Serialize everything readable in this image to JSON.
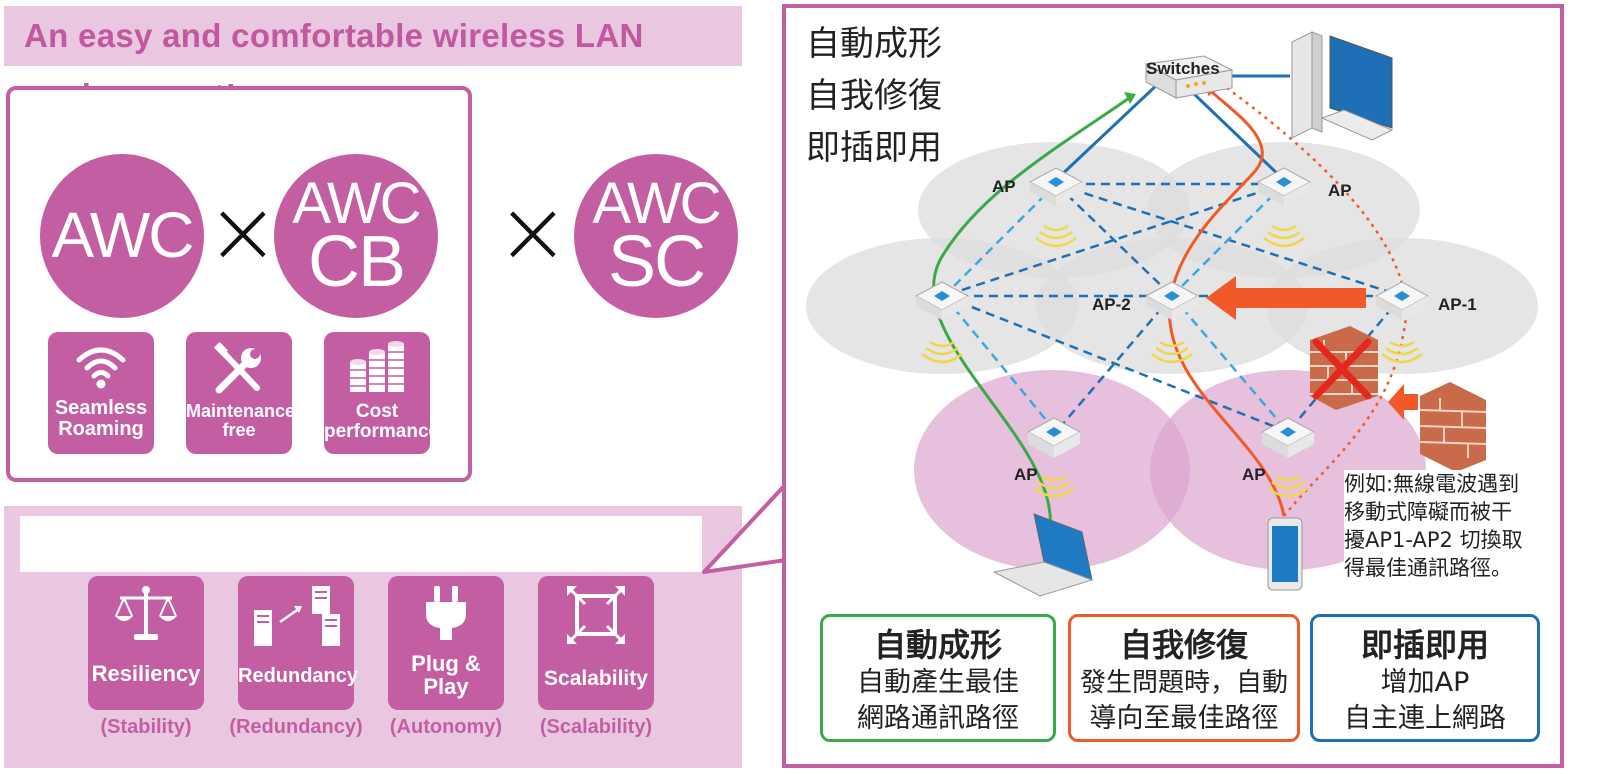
{
  "banner": {
    "text": "An easy and comfortable wireless LAN environment!"
  },
  "logos": {
    "awc": "AWC",
    "awc_cb": [
      "AWC",
      "CB"
    ],
    "awc_sc": [
      "AWC",
      "SC"
    ],
    "times": "×"
  },
  "features": [
    {
      "icon": "wifi-icon",
      "label": [
        "Seamless",
        "Roaming"
      ]
    },
    {
      "icon": "tools-icon",
      "label": [
        "Maintenance-",
        "free"
      ]
    },
    {
      "icon": "coins-icon",
      "label": [
        "Cost",
        "performance"
      ]
    }
  ],
  "capabilities": [
    {
      "icon": "scale-icon",
      "label": [
        "Resiliency"
      ],
      "sub": "(Stability)"
    },
    {
      "icon": "servers-icon",
      "label": [
        "Redundancy"
      ],
      "sub": "(Redundancy)"
    },
    {
      "icon": "plug-icon",
      "label": [
        "Plug &",
        "Play"
      ],
      "sub": "(Autonomy)"
    },
    {
      "icon": "expand-icon",
      "label": [
        "Scalability"
      ],
      "sub": "(Scalability)"
    }
  ],
  "diagram": {
    "title_lines": [
      "自動成形",
      "自我修復",
      "即插即用"
    ],
    "switch_label": "Switches",
    "ap_labels": [
      "AP",
      "AP",
      "AP-2",
      "AP-1",
      "AP",
      "AP"
    ],
    "note": [
      "例如:無線電波遇到",
      "移動式障礙而被干",
      "擾AP1-AP2 切換取",
      "得最佳通訊路徑。"
    ],
    "legend": [
      {
        "title": "自動成形",
        "desc": [
          "自動產生最佳",
          "網路通訊路徑"
        ],
        "color": "#3aaa48"
      },
      {
        "title": "自我修復",
        "desc": [
          "發生問題時，自動",
          "導向至最佳路徑"
        ],
        "color": "#f05a28"
      },
      {
        "title": "即插即用",
        "desc": [
          "增加AP",
          "自主連上網路"
        ],
        "color": "#1e6fb6"
      }
    ]
  },
  "colors": {
    "accent": "#c45ea3",
    "band": "#e9c7e0",
    "green": "#3aaa48",
    "orange": "#f05a28",
    "blue": "#1e6fb6"
  }
}
